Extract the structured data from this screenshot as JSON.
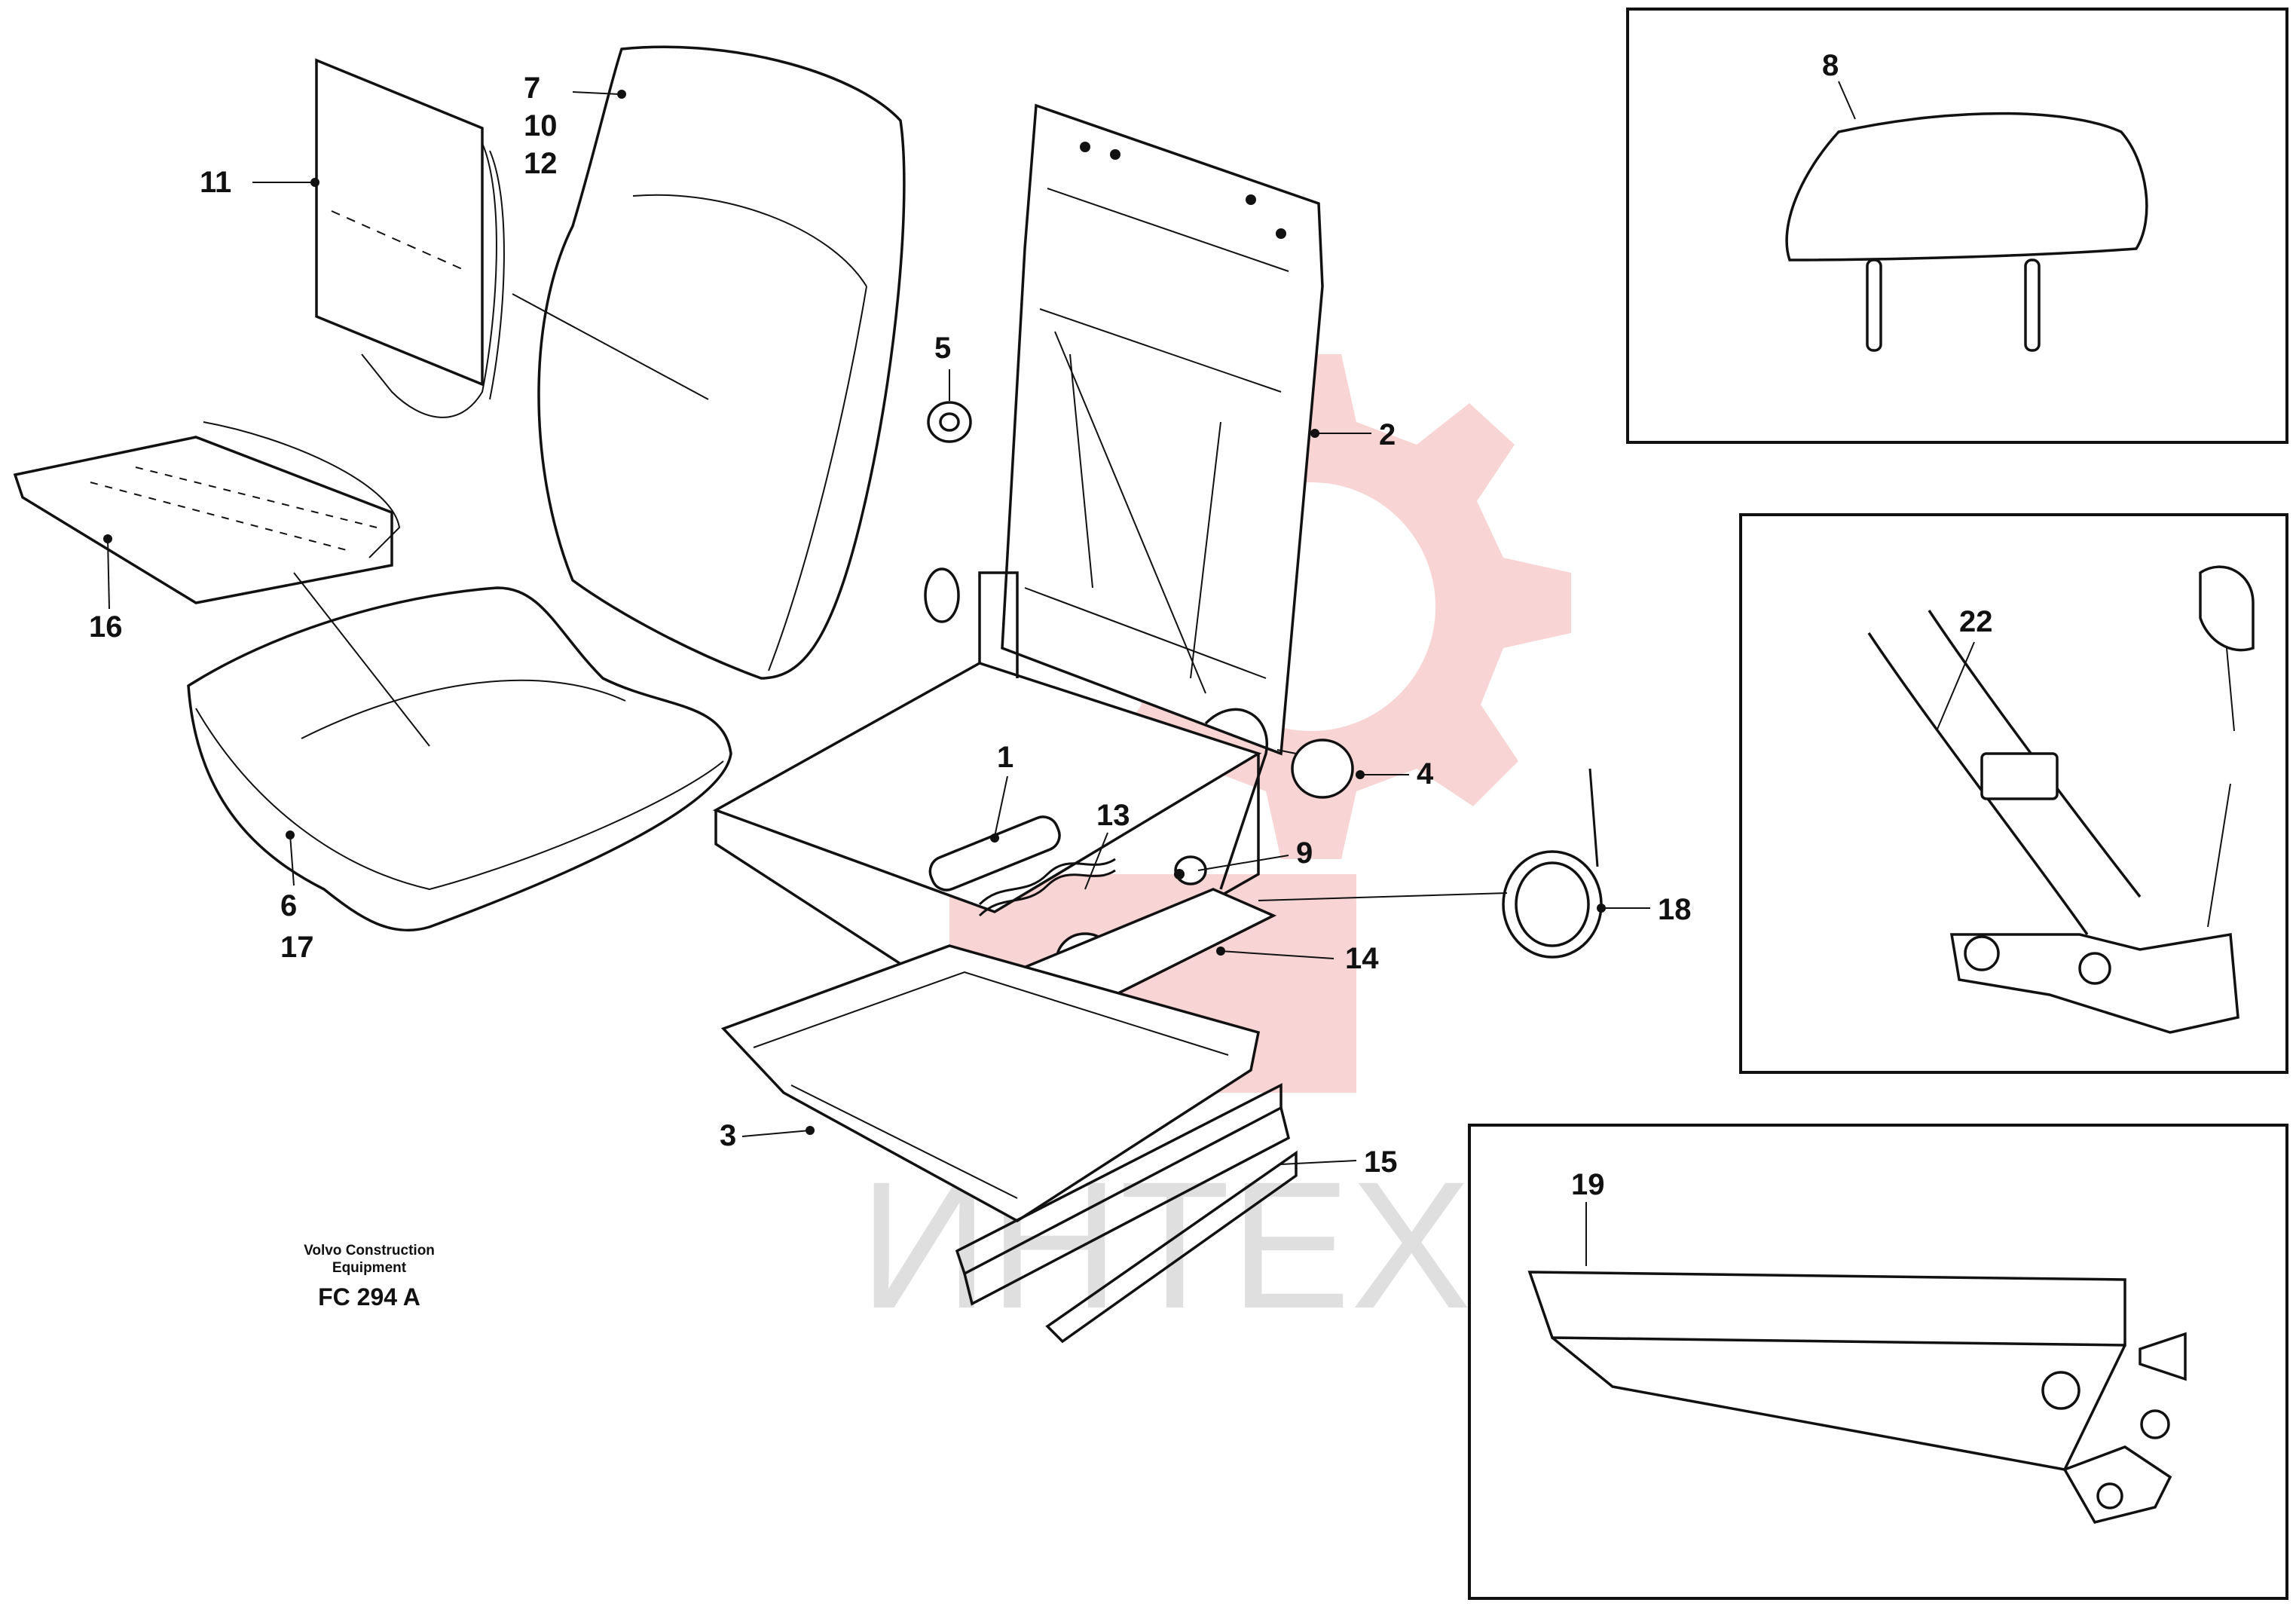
{
  "callouts": {
    "n1": "1",
    "n2": "2",
    "n3": "3",
    "n4": "4",
    "n5": "5",
    "n6": "6",
    "n17": "17",
    "n7": "7",
    "n10": "10",
    "n12": "12",
    "n8": "8",
    "n9": "9",
    "n11": "11",
    "n13": "13",
    "n14": "14",
    "n15": "15",
    "n16": "16",
    "n18": "18",
    "n19": "19",
    "n22": "22"
  },
  "credit": {
    "line1": "Volvo Construction",
    "line2": "Equipment",
    "code": "FC 294 A"
  },
  "watermark": {
    "text": "ИНТЕХ",
    "gear_color": "#f4b0b0",
    "text_color": "#d8d8d8"
  }
}
